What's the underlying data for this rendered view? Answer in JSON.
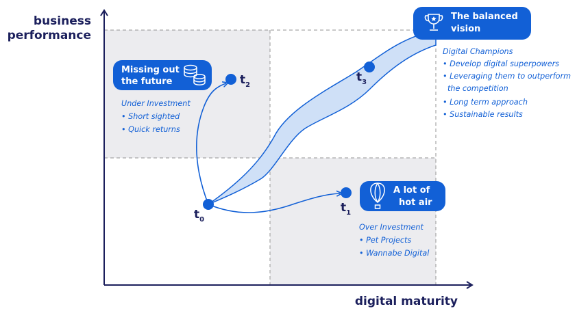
{
  "axes": {
    "y_title_line1": "business",
    "y_title_line2": "performance",
    "x_title": "digital maturity"
  },
  "time_points": {
    "t0": {
      "base": "t",
      "sub": "0"
    },
    "t1": {
      "base": "t",
      "sub": "1"
    },
    "t2": {
      "base": "t",
      "sub": "2"
    },
    "t3": {
      "base": "t",
      "sub": "3"
    }
  },
  "quadrants": {
    "top_left": {
      "title_line1": "Missing out",
      "title_line2": "the future",
      "icon": "coins-icon",
      "heading": "Under Investment",
      "bullets": [
        "• Short sighted",
        "• Quick returns"
      ]
    },
    "top_right": {
      "title_line1": "The balanced",
      "title_line2": "vision",
      "icon": "trophy-icon",
      "heading": "Digital Champions",
      "bullets": [
        "• Develop digital superpowers",
        "• Leveraging them to outperform",
        "the competition",
        "• Long term approach",
        "• Sustainable results"
      ]
    },
    "bottom_right": {
      "title_line1": "A lot of",
      "title_line2": "hot air",
      "icon": "hot-air-balloon-icon",
      "heading": "Over Investment",
      "bullets": [
        "• Pet Projects",
        "• Wannabe Digital"
      ]
    }
  },
  "colors": {
    "primary_blue": "#1260d6",
    "axis_navy": "#1b1f5c",
    "band_fill": "#cfe0f7",
    "quadrant_fill": "#ececef",
    "grid_dash": "#a6a6a6"
  }
}
